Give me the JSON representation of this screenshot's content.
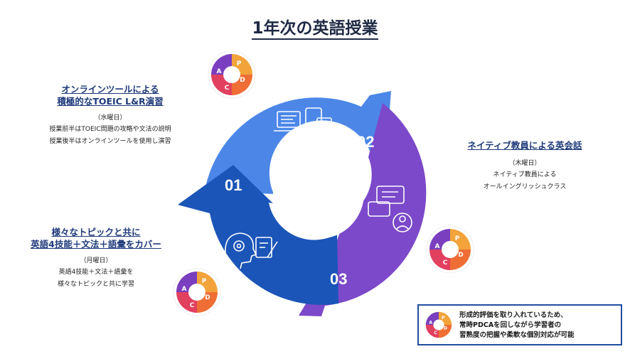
{
  "title": "1年次の英語授業",
  "stages": [
    {
      "number": "01",
      "heading_lines": [
        "様々なトピックと共に",
        "英語4技能＋文法＋語彙をカバー"
      ],
      "day": "（月曜日）",
      "desc_lines": [
        "英語4技能＋文法＋語彙を",
        "様々なトピックと共に学習"
      ],
      "color": "#1b55b8",
      "icons": [
        "brain-head-icon",
        "writing-icon"
      ]
    },
    {
      "number": "02",
      "heading_lines": [
        "オンラインツールによる",
        "積極的なTOEIC L&R演習"
      ],
      "day": "（水曜日）",
      "desc_lines": [
        "授業前半はTOEIC問題の攻略や文法の説明",
        "授業後半はオンラインツールを使用し演習"
      ],
      "color": "#4c87e8",
      "icons": [
        "laptop-icon",
        "tablet-calculator-icon"
      ]
    },
    {
      "number": "03",
      "heading_lines": [
        "ネイティブ教員による英会話"
      ],
      "day": "（木曜日）",
      "desc_lines": [
        "ネイティブ教員による",
        "オールイングリッシュクラス"
      ],
      "color": "#7b49c9",
      "icons": [
        "chat-people-icon"
      ]
    }
  ],
  "pdca": {
    "letters": [
      "P",
      "D",
      "C",
      "A"
    ],
    "colors": [
      "#f2a33a",
      "#ee6e35",
      "#e2405f",
      "#7a3fbf"
    ]
  },
  "note": {
    "lines": [
      "形成的評価を取り入れているため、",
      "常時PDCAを回しながら学習者の",
      "習熟度の把握や柔軟な個別対応が可能"
    ],
    "border_color": "#1f4e9e"
  }
}
